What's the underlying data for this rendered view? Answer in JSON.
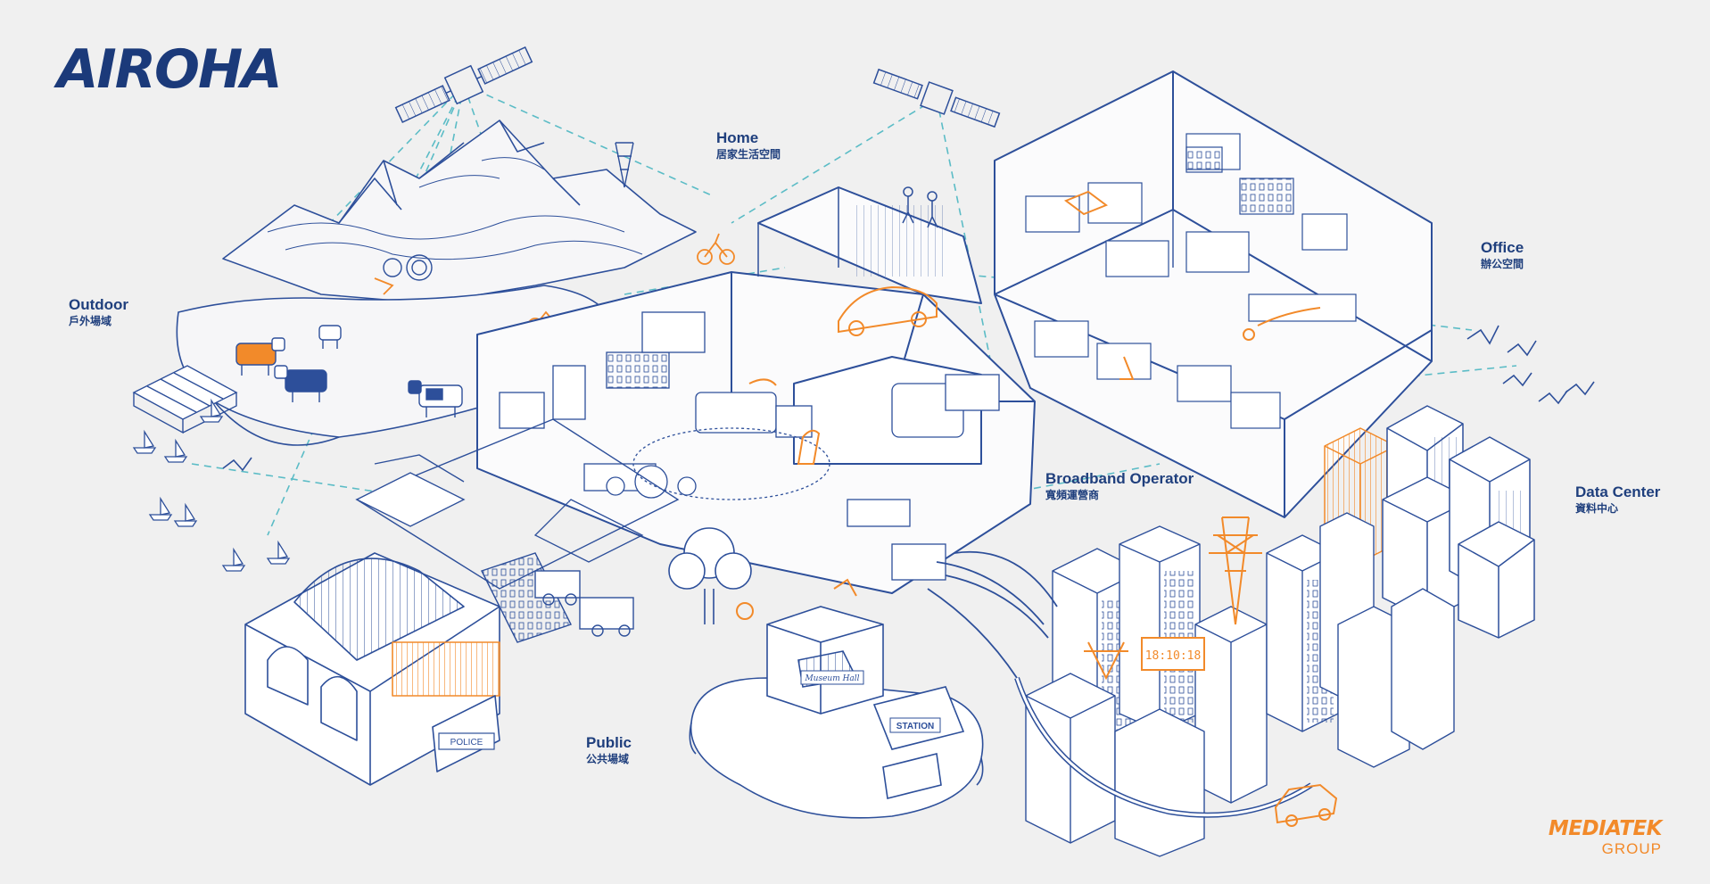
{
  "brand": {
    "logo_text": "AIROHA",
    "group_logo_line1": "MEDIATEK",
    "group_logo_line2": "GROUP"
  },
  "zones": [
    {
      "id": "home",
      "en": "Home",
      "zh": "居家生活空間"
    },
    {
      "id": "office",
      "en": "Office",
      "zh": "辦公空間"
    },
    {
      "id": "outdoor",
      "en": "Outdoor",
      "zh": "戶外場域"
    },
    {
      "id": "broadband",
      "en": "Broadband Operator",
      "zh": "寬頻運營商"
    },
    {
      "id": "datacenter",
      "en": "Data Center",
      "zh": "資料中心"
    },
    {
      "id": "public",
      "en": "Public",
      "zh": "公共場域"
    }
  ],
  "scene_text": {
    "museum_sign": "Museum Hall",
    "station_sign": "STATION",
    "police_sign": "POLICE",
    "clock_display": "18:10:18"
  },
  "colors": {
    "background": "#f0f0f0",
    "line_blue": "#2d4f9a",
    "accent_orange": "#f28a2a",
    "link_teal": "#5bbcc6",
    "label_navy": "#1f3f7d"
  },
  "icons": [
    "satellite-icon",
    "cell-tower-icon",
    "cow-icon",
    "sailboat-icon",
    "bird-icon",
    "car-icon",
    "server-rack-icon",
    "tree-icon"
  ]
}
